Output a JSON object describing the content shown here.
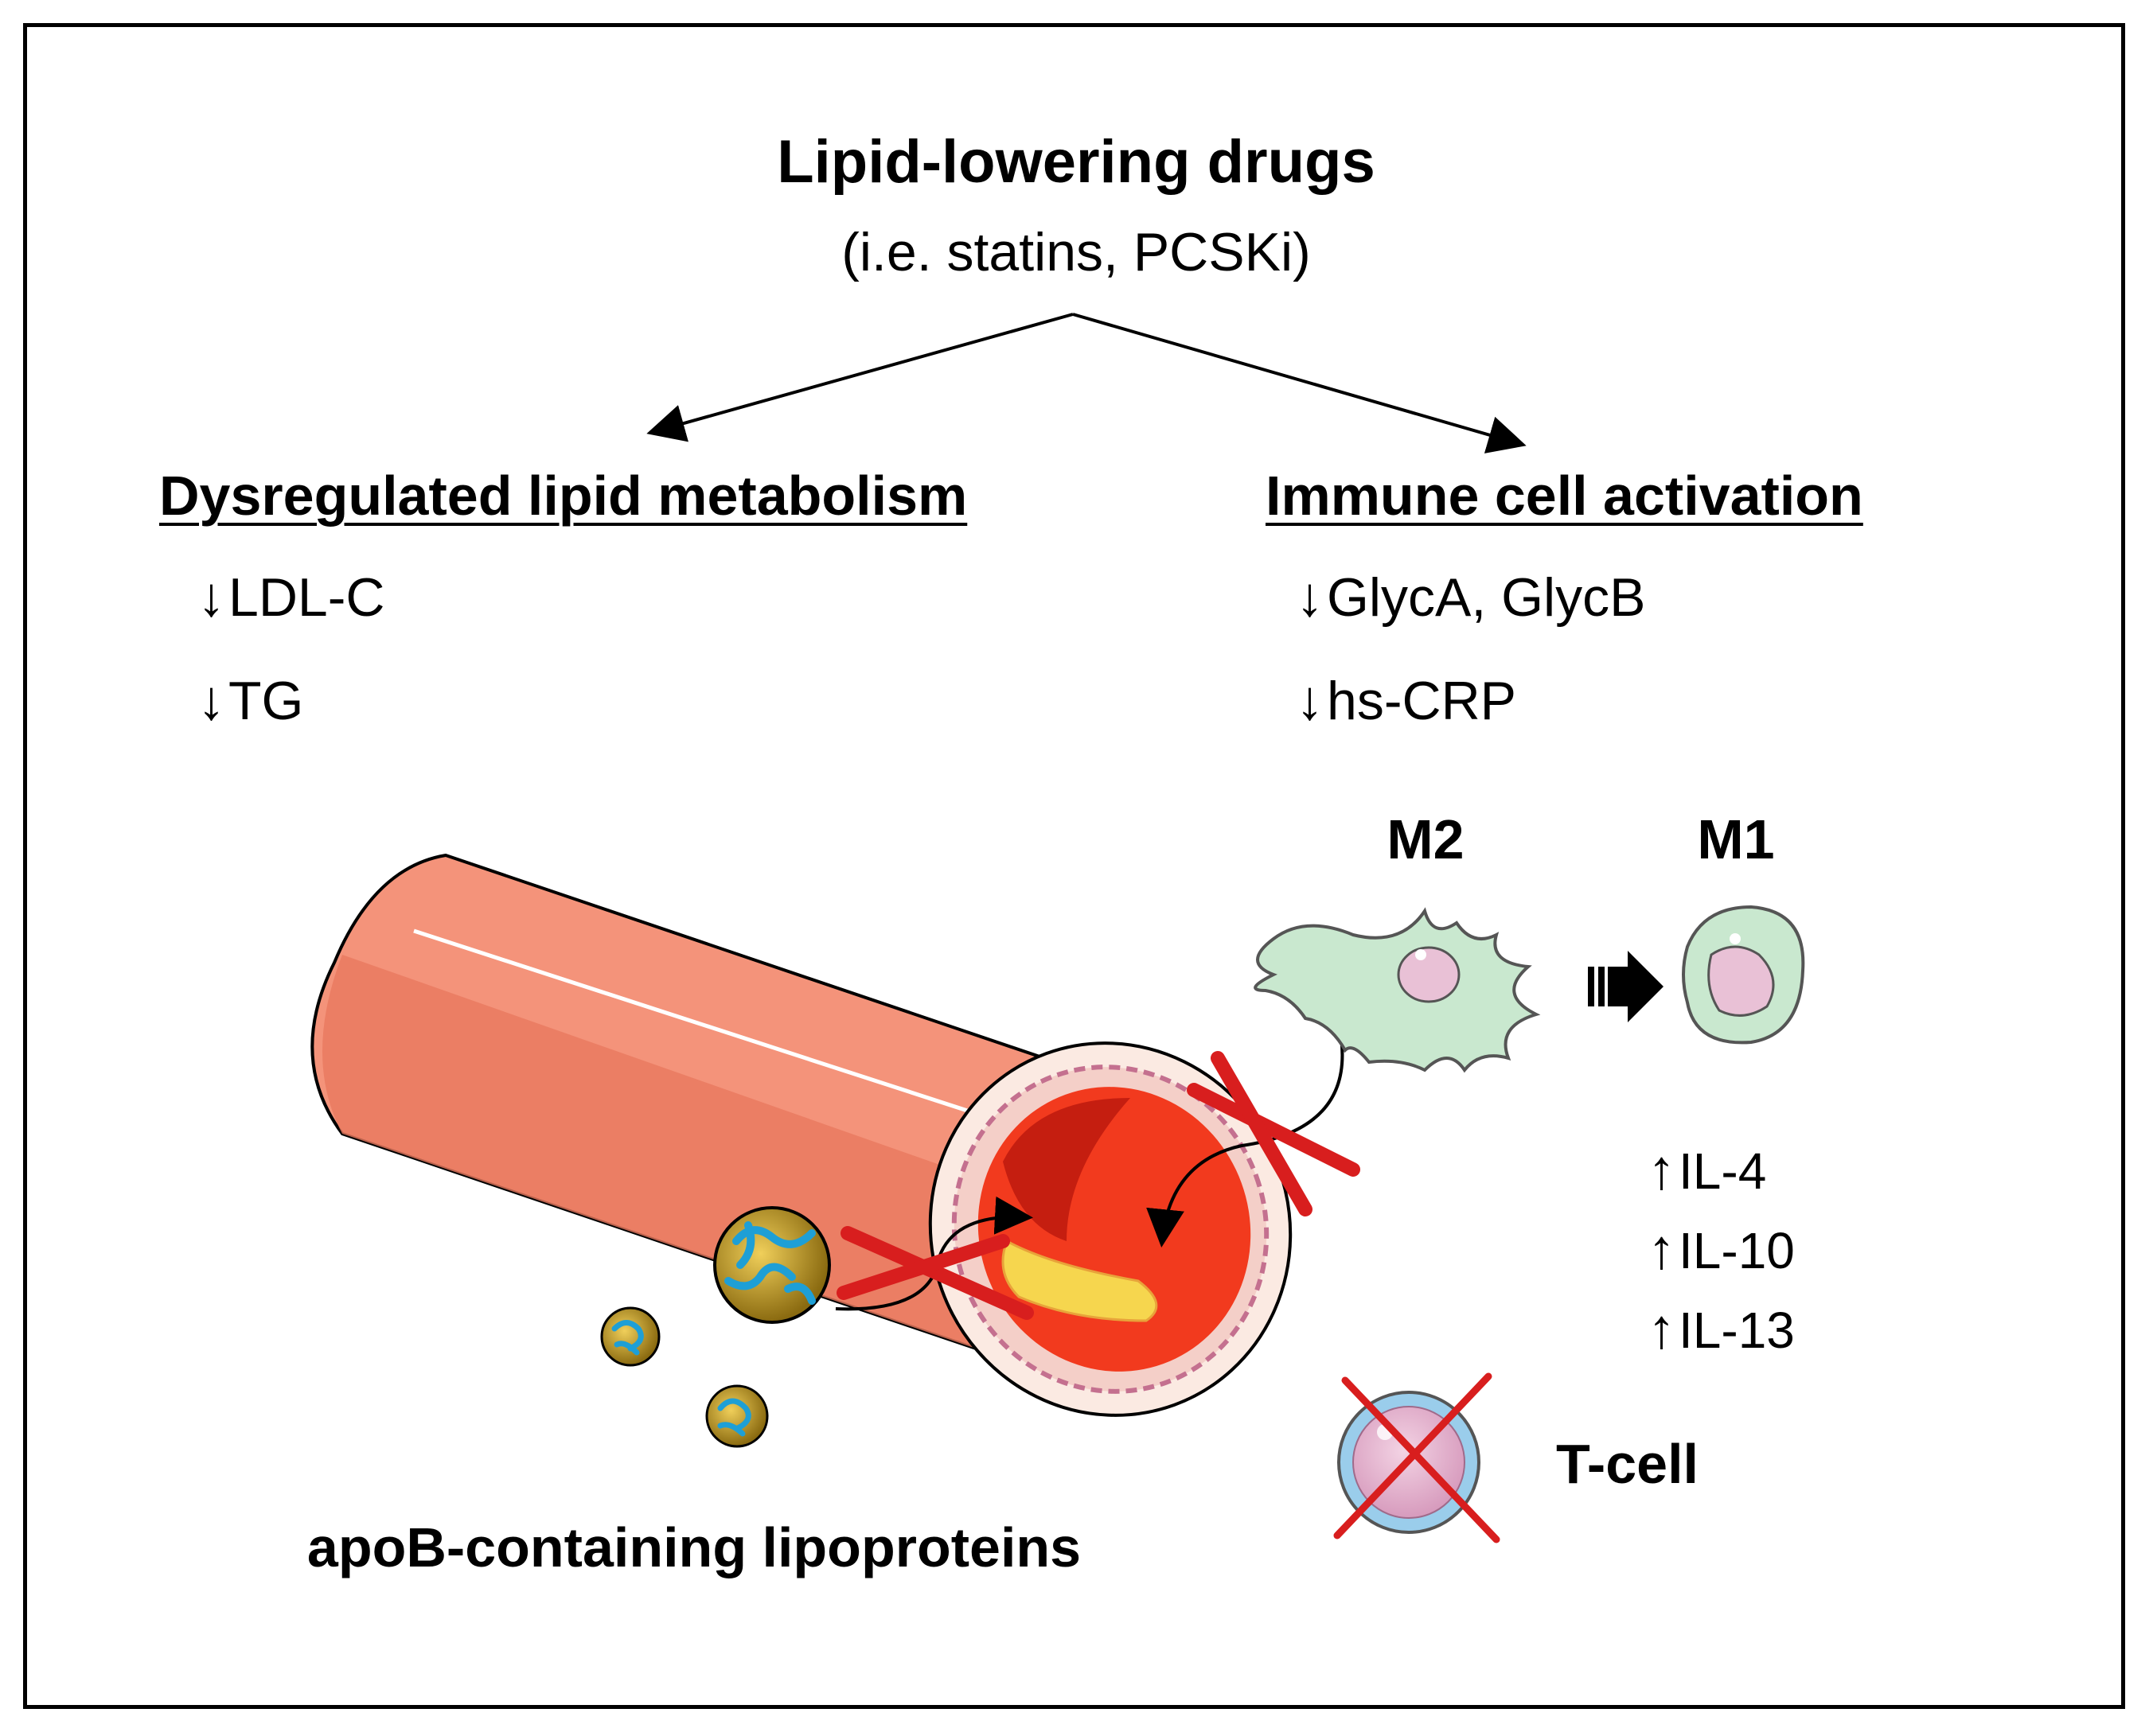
{
  "title": "Lipid-lowering drugs",
  "subtitle": "(i.e. statins, PCSKi)",
  "left_branch": {
    "heading": "Dysregulated lipid metabolism",
    "items": [
      {
        "arrow": "↓",
        "label": "LDL-C"
      },
      {
        "arrow": "↓",
        "label": "TG"
      }
    ]
  },
  "right_branch": {
    "heading": "Immune cell activation",
    "items": [
      {
        "arrow": "↓",
        "label": "GlycA, GlycB"
      },
      {
        "arrow": "↓",
        "label": "hs-CRP"
      }
    ]
  },
  "macrophages": {
    "m2_label": "M2",
    "m1_label": "M1"
  },
  "interleukins": [
    {
      "arrow": "↑",
      "label": "IL-4"
    },
    {
      "arrow": "↑",
      "label": "IL-10"
    },
    {
      "arrow": "↑",
      "label": "IL-13"
    }
  ],
  "tcell_label": "T-cell",
  "lipoprotein_label": "apoB-containing lipoproteins",
  "colors": {
    "vessel": "#F4937A",
    "vessel_shadow": "#E9795F",
    "lumen_red": "#F23A1E",
    "plaque": "#F6D64E",
    "macrophage": "#C9E8CF",
    "nucleus": "#E9C1D6",
    "cross_red": "#D81E1E",
    "lipoprotein_blue": "#1E9FD6",
    "lipoprotein_gold": "#D8B13A"
  }
}
